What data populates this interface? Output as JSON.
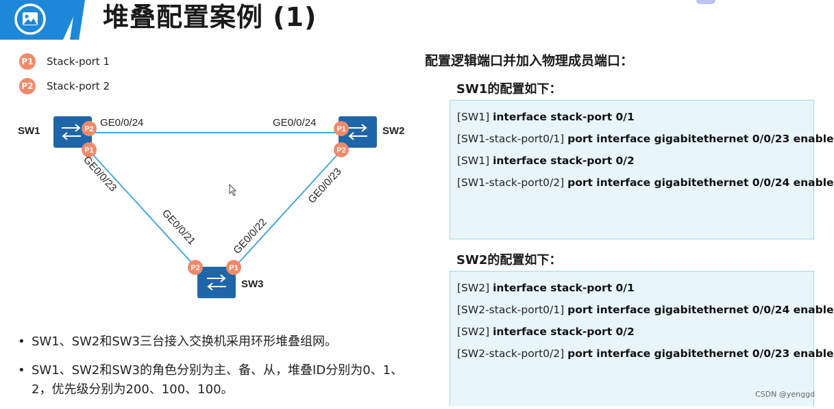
{
  "header": {
    "title": "堆叠配置案例 (1)",
    "icon": "image-icon",
    "accent_color": "#1e88d8"
  },
  "legend": [
    {
      "badge": "P1",
      "label": "Stack-port 1"
    },
    {
      "badge": "P2",
      "label": "Stack-port 2"
    }
  ],
  "topology": {
    "link_color": "#4aa8d8",
    "switch_color": "#1f66a8",
    "port_color": "#f08a6a",
    "switches": {
      "sw1": {
        "label": "SW1",
        "top_port": "P2",
        "bottom_port": "P1"
      },
      "sw2": {
        "label": "SW2",
        "top_port": "P1",
        "bottom_port": "P2"
      },
      "sw3": {
        "label": "SW3",
        "left_port": "P2",
        "right_port": "P1"
      }
    },
    "links": {
      "sw1_sw2_left_label": "GE0/0/24",
      "sw1_sw2_right_label": "GE0/0/24",
      "sw1_sw3_top_label": "GE0/0/23",
      "sw1_sw3_bottom_label": "GE0/0/21",
      "sw2_sw3_top_label": "GE0/0/23",
      "sw2_sw3_bottom_label": "GE0/0/22"
    }
  },
  "bullets": [
    "SW1、SW2和SW3三台接入交换机采用环形堆叠组网。",
    "SW1、SW2和SW3的角色分别为主、备、从，堆叠ID分别为0、1、2，优先级分别为200、100、100。"
  ],
  "config": {
    "heading": "配置逻辑端口并加入物理成员端口：",
    "sw1": {
      "title": "SW1的配置如下：",
      "lines": [
        {
          "prompt": "[SW1] ",
          "cmd": "interface stack-port 0/1"
        },
        {
          "prompt": "[SW1-stack-port0/1] ",
          "cmd": "port interface gigabitethernet 0/0/23 enable"
        },
        {
          "prompt": "[SW1] ",
          "cmd": "interface stack-port 0/2"
        },
        {
          "prompt": "[SW1-stack-port0/2] ",
          "cmd": "port interface gigabitethernet 0/0/24 enable"
        }
      ]
    },
    "sw2": {
      "title": "SW2的配置如下：",
      "lines": [
        {
          "prompt": "[SW2] ",
          "cmd": "interface stack-port 0/1"
        },
        {
          "prompt": "[SW2-stack-port0/1] ",
          "cmd": "port interface gigabitethernet 0/0/24 enable"
        },
        {
          "prompt": "[SW2] ",
          "cmd": "interface stack-port 0/2"
        },
        {
          "prompt": "[SW2-stack-port0/2] ",
          "cmd": "port interface gigabitethernet 0/0/23 enable"
        }
      ]
    }
  },
  "watermark": "CSDN @yenggd"
}
